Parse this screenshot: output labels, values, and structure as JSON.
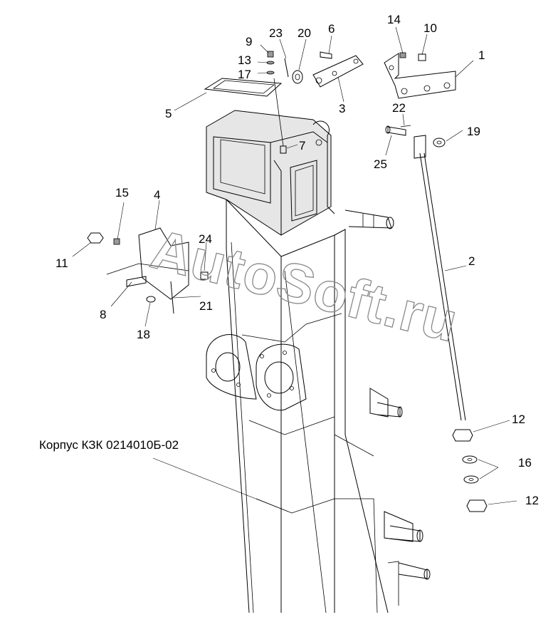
{
  "diagram": {
    "caption": "Корпус КЗК 0214010Б-02",
    "watermark": "AutoSoft.ru",
    "callouts": [
      {
        "id": "c1",
        "text": "1"
      },
      {
        "id": "c2",
        "text": "2"
      },
      {
        "id": "c3",
        "text": "3"
      },
      {
        "id": "c4",
        "text": "4"
      },
      {
        "id": "c5",
        "text": "5"
      },
      {
        "id": "c6",
        "text": "6"
      },
      {
        "id": "c7",
        "text": "7"
      },
      {
        "id": "c8",
        "text": "8"
      },
      {
        "id": "c9",
        "text": "9"
      },
      {
        "id": "c10",
        "text": "10"
      },
      {
        "id": "c11",
        "text": "11"
      },
      {
        "id": "c12a",
        "text": "12"
      },
      {
        "id": "c12b",
        "text": "12"
      },
      {
        "id": "c13",
        "text": "13"
      },
      {
        "id": "c14",
        "text": "14"
      },
      {
        "id": "c15",
        "text": "15"
      },
      {
        "id": "c16",
        "text": "16"
      },
      {
        "id": "c17",
        "text": "17"
      },
      {
        "id": "c18",
        "text": "18"
      },
      {
        "id": "c19",
        "text": "19"
      },
      {
        "id": "c20",
        "text": "20"
      },
      {
        "id": "c21",
        "text": "21"
      },
      {
        "id": "c22",
        "text": "22"
      },
      {
        "id": "c23",
        "text": "23"
      },
      {
        "id": "c24",
        "text": "24"
      },
      {
        "id": "c25",
        "text": "25"
      }
    ]
  }
}
